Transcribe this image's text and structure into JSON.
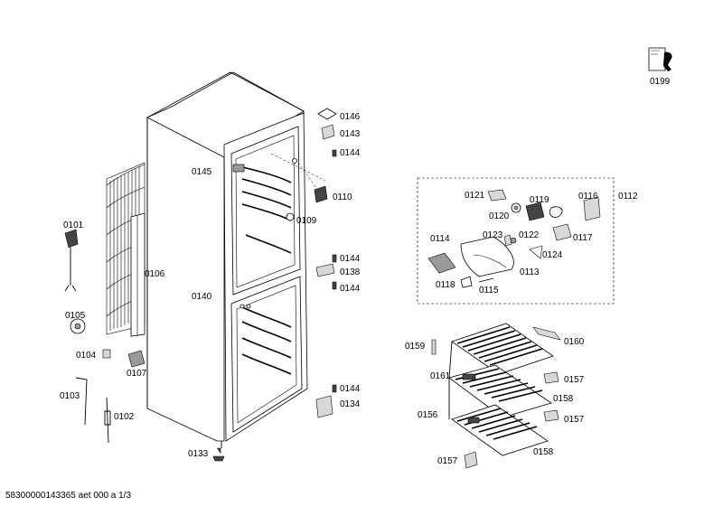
{
  "document_code": "58300000143365 aet 000 a 1/3",
  "parts": {
    "p0101": "0101",
    "p0102": "0102",
    "p0103": "0103",
    "p0104": "0104",
    "p0105": "0105",
    "p0106": "0106",
    "p0107": "0107",
    "p0109": "0109",
    "p0110": "0110",
    "p0112": "0112",
    "p0113": "0113",
    "p0114": "0114",
    "p0115": "0115",
    "p0116": "0116",
    "p0117": "0117",
    "p0118": "0118",
    "p0119": "0119",
    "p0120": "0120",
    "p0121": "0121",
    "p0122": "0122",
    "p0123": "0123",
    "p0124": "0124",
    "p0133": "0133",
    "p0134": "0134",
    "p0138": "0138",
    "p0140": "0140",
    "p0143": "0143",
    "p0144a": "0144",
    "p0144b": "0144",
    "p0144c": "0144",
    "p0144d": "0144",
    "p0145": "0145",
    "p0146": "0146",
    "p0156": "0156",
    "p0157a": "0157",
    "p0157b": "0157",
    "p0157c": "0157",
    "p0158a": "0158",
    "p0158b": "0158",
    "p0159": "0159",
    "p0160": "0160",
    "p0161": "0161",
    "p0199": "0199"
  },
  "icons": {
    "service_tool": "wrench-document-icon"
  }
}
